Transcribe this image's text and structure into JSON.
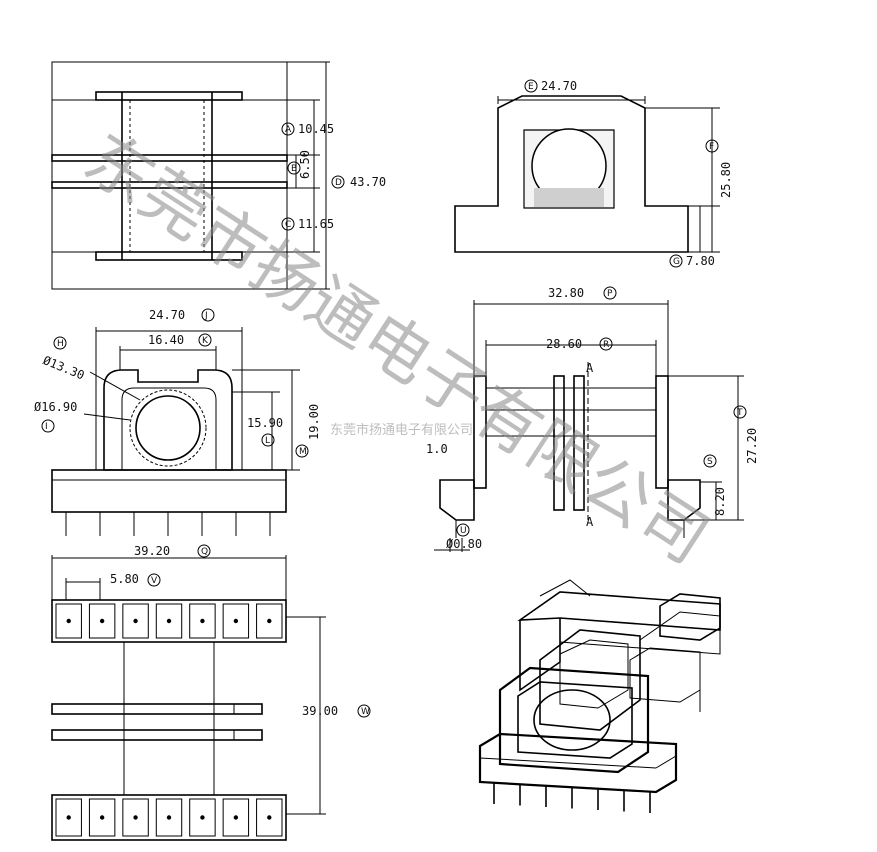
{
  "dimensions": {
    "d_A": "10.45",
    "d_B": "6.50",
    "d_D": "43.70",
    "d_C": "11.65",
    "d_E_top": "24.70",
    "d_F": "25.80",
    "d_G": "7.80",
    "d_J": "24.70",
    "d_K": "16.40",
    "d_H": "Ø13.30",
    "d_I": "Ø16.90",
    "d_L": "15.90",
    "d_M": "19.00",
    "d_P": "32.80",
    "d_R": "28.60",
    "d_S": "1.0",
    "d_T": "27.20",
    "d_8_20": "8.20",
    "d_U": "Ø0.80",
    "d_39_20": "39.20",
    "d_5_80": "5.80",
    "d_39_00": "39.00",
    "section_mark": "A"
  },
  "circle_letters": {
    "A": "A",
    "B": "B",
    "C": "C",
    "D": "D",
    "E": "E",
    "F": "F",
    "G": "G",
    "H": "H",
    "I": "I",
    "J": "J",
    "K": "K",
    "L": "L",
    "M": "M",
    "P": "P",
    "Q": "Q",
    "R": "R",
    "S": "S",
    "T": "T",
    "U": "U",
    "V": "V",
    "W": "W"
  },
  "watermark": {
    "main": "东莞市扬通电子有限公司",
    "small": "东莞市扬通电子有限公司"
  }
}
